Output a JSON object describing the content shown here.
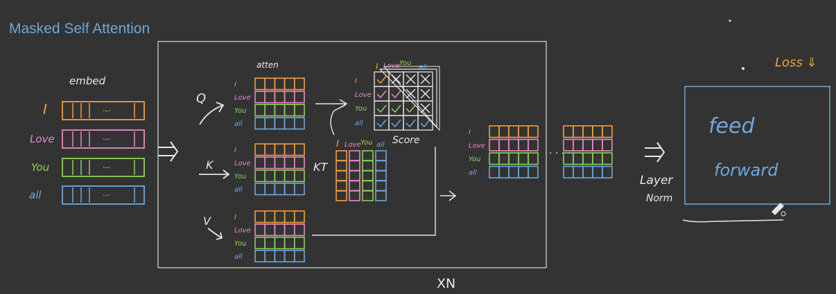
{
  "title": "Masked Self Attention",
  "colors": {
    "background": "#333333",
    "orange": "#f2a03c",
    "pink": "#e88bc6",
    "green": "#8fd15a",
    "blue": "#6ea8e0",
    "white": "#e8e8e8",
    "title": "#6ea8d8"
  },
  "tokens": [
    "I",
    "Love",
    "You",
    "all"
  ],
  "labels": {
    "embed": "embed",
    "atten": "atten",
    "q": "Q",
    "k": "K",
    "v": "V",
    "kt": "KT",
    "score": "Score",
    "xn": "XN",
    "layer_norm_1": "Layer",
    "layer_norm_2": "Norm",
    "loss": "Loss ⇓",
    "feed": "feed",
    "forward": "forward"
  }
}
